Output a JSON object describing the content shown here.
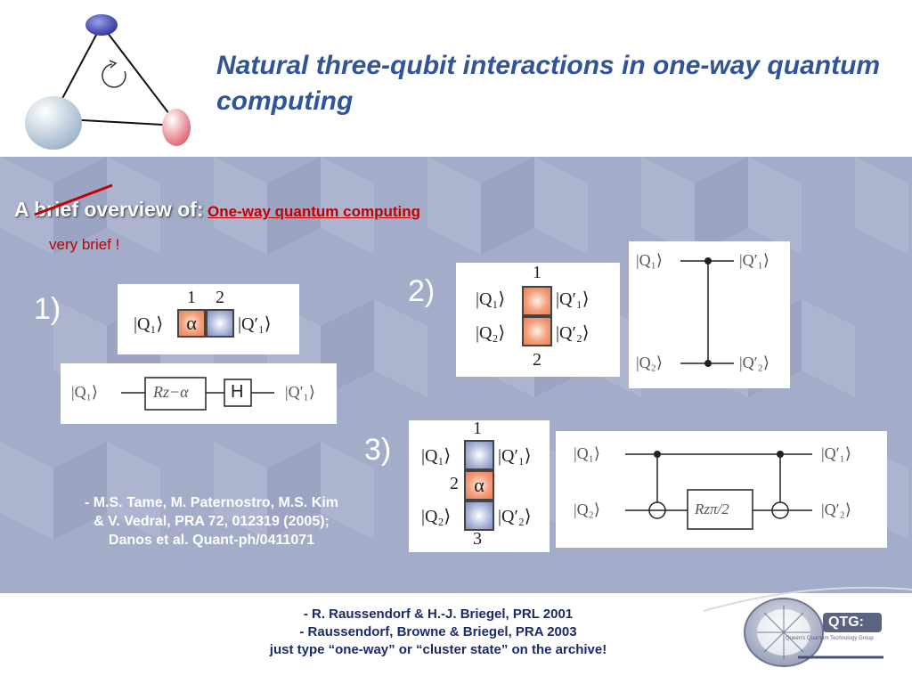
{
  "title": "Natural three-qubit interactions in one-way quantum computing",
  "overview": {
    "prefix": "A brief overview of:",
    "topic": "One-way quantum computing",
    "note": "very brief !"
  },
  "labels": {
    "one": "1)",
    "two": "2)",
    "three": "3)"
  },
  "diagram1": {
    "q_in": "|Q₁⟩",
    "q_out": "|Q′₁⟩",
    "n1": "1",
    "n2": "2",
    "alpha": "α",
    "circ_in": "|Q₁⟩",
    "gate": "Rz−α",
    "h": "H",
    "circ_out": "|Q′₁⟩"
  },
  "diagram2": {
    "n1": "1",
    "n2": "2",
    "q1_in": "|Q₁⟩",
    "q1_out": "|Q′₁⟩",
    "q2_in": "|Q₂⟩",
    "q2_out": "|Q′₂⟩",
    "c_q1_in": "|Q₁⟩",
    "c_q1_out": "|Q′₁⟩",
    "c_q2_in": "|Q₂⟩",
    "c_q2_out": "|Q′₂⟩"
  },
  "diagram3": {
    "n1": "1",
    "n2": "2",
    "n3": "3",
    "alpha": "α",
    "q1_in": "|Q₁⟩",
    "q1_out": "|Q′₁⟩",
    "q2_in": "|Q₂⟩",
    "q2_out": "|Q′₂⟩",
    "c_q1_in": "|Q₁⟩",
    "c_q1_out": "|Q′₁⟩",
    "c_q2_in": "|Q₂⟩",
    "c_q2_out": "|Q′₂⟩",
    "gate": "Rzπ/2"
  },
  "citation": {
    "line1": "- M.S. Tame, M. Paternostro, M.S. Kim",
    "line2": "& V. Vedral, PRA 72, 012319 (2005);",
    "line3": "Danos et al. Quant-ph/0411071"
  },
  "footer": {
    "line1": "- R. Raussendorf & H.-J. Briegel, PRL 2001",
    "line2": "- Raussendorf, Browne & Briegel, PRA 2003",
    "line3": "just type “one-way” or “cluster state” on the archive!"
  },
  "logo": {
    "text": "QTG:",
    "subtitle": "Queen's Quantum Technology Group"
  },
  "colors": {
    "title": "#2f5597",
    "panel": "#a3acc8",
    "accent_red": "#c00000",
    "footer_text": "#1a2a6c"
  }
}
